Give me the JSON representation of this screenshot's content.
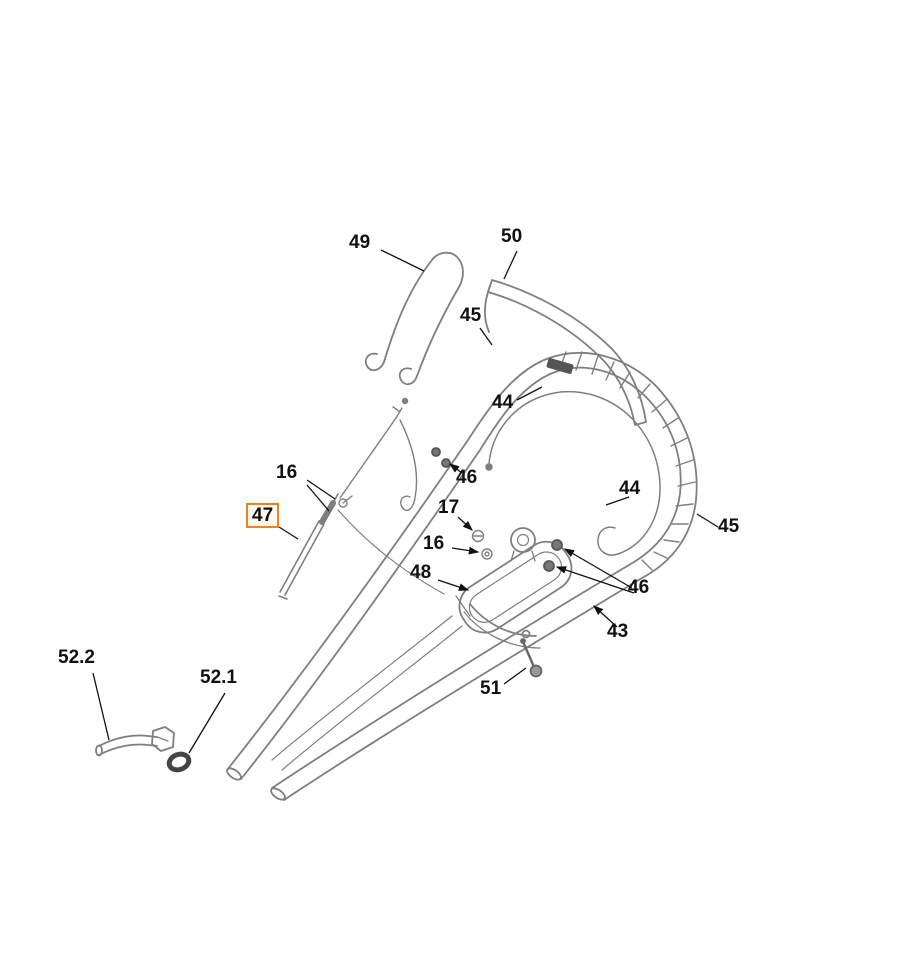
{
  "diagram": {
    "type": "exploded-parts-diagram",
    "background_color": "#ffffff",
    "line_color": "#7f7f7f",
    "callout_text_color": "#111111",
    "highlight_color": "#ee831a",
    "highlighted_callout": "47",
    "callouts": [
      {
        "id": "49",
        "text": "49"
      },
      {
        "id": "50",
        "text": "50"
      },
      {
        "id": "45-top",
        "text": "45"
      },
      {
        "id": "44-left",
        "text": "44"
      },
      {
        "id": "16-upper",
        "text": "16"
      },
      {
        "id": "46-upper",
        "text": "46"
      },
      {
        "id": "47",
        "text": "47",
        "highlighted": true
      },
      {
        "id": "17",
        "text": "17"
      },
      {
        "id": "16-lower",
        "text": "16"
      },
      {
        "id": "44-right",
        "text": "44"
      },
      {
        "id": "45-right",
        "text": "45"
      },
      {
        "id": "48",
        "text": "48"
      },
      {
        "id": "46-right",
        "text": "46"
      },
      {
        "id": "43",
        "text": "43"
      },
      {
        "id": "51",
        "text": "51"
      },
      {
        "id": "52.2",
        "text": "52.2"
      },
      {
        "id": "52.1",
        "text": "52.1"
      }
    ]
  }
}
